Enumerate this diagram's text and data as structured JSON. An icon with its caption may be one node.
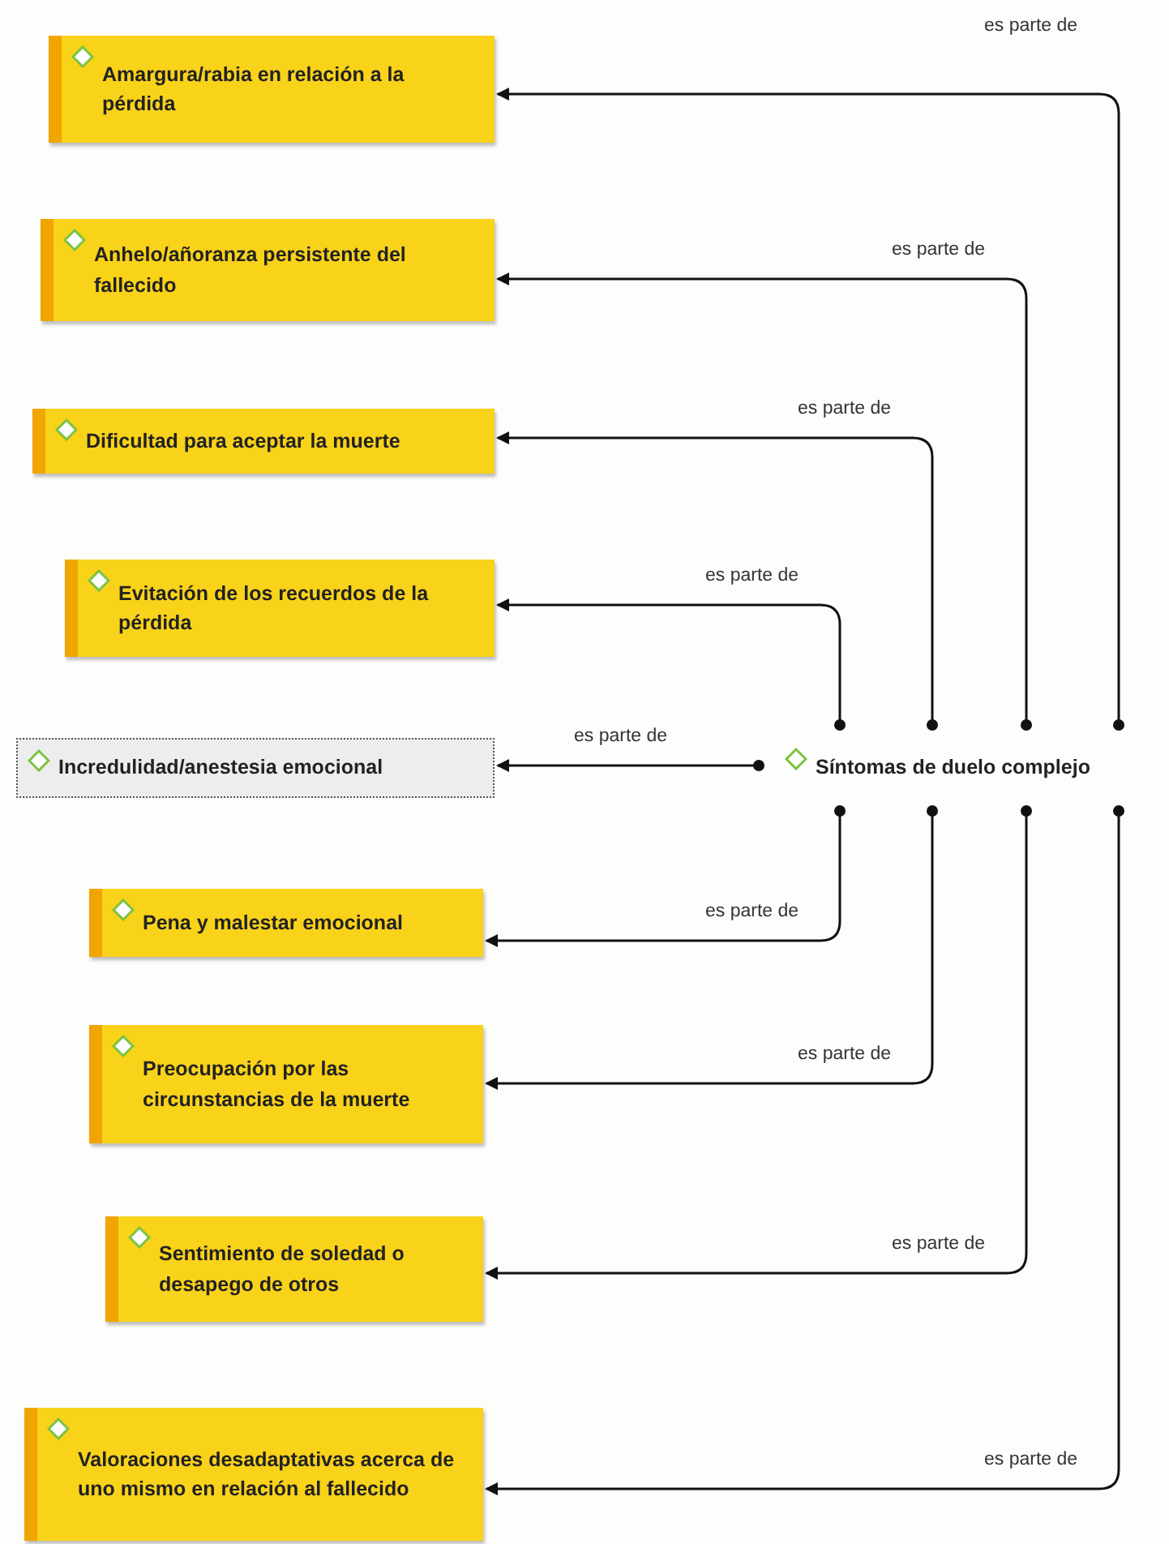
{
  "diagram": {
    "nodes": [
      {
        "text": [
          "Amargura/rabia en relación a la pérdida"
        ]
      },
      {
        "text": [
          "Anhelo/añoranza persistente del fallecido"
        ]
      },
      {
        "text": [
          "Dificultad para aceptar la muerte"
        ]
      },
      {
        "text": [
          "Evitación de los recuerdos de la pérdida"
        ]
      },
      {
        "text": [
          "Incredulidad/anestesia emocional"
        ]
      },
      {
        "text": [
          "Pena y malestar emocional"
        ]
      },
      {
        "text": [
          "Preocupación por las circunstancias de la muerte"
        ]
      },
      {
        "text": [
          "Sentimiento de soledad o desapego de otros"
        ]
      },
      {
        "text": [
          "Valoraciones desadaptativas acerca de uno mismo en relación al fallecido"
        ]
      },
      {
        "text": [
          "Síntomas de duelo complejo"
        ]
      }
    ],
    "edges": [
      {
        "from": 9,
        "to": 0,
        "arrow": "to",
        "label": "es parte de"
      },
      {
        "from": 9,
        "to": 1,
        "arrow": "to",
        "label": "es parte de"
      },
      {
        "from": 9,
        "to": 2,
        "arrow": "to",
        "label": "es parte de"
      },
      {
        "from": 9,
        "to": 3,
        "arrow": "to",
        "label": "es parte de"
      },
      {
        "from": 9,
        "to": 4,
        "arrow": "to",
        "label": "es parte de"
      },
      {
        "from": 9,
        "to": 5,
        "arrow": "to",
        "label": "es parte de"
      },
      {
        "from": 9,
        "to": 6,
        "arrow": "to",
        "label": "es parte de"
      },
      {
        "from": 9,
        "to": 7,
        "arrow": "to",
        "label": "es parte de"
      },
      {
        "from": 9,
        "to": 8,
        "arrow": "to",
        "label": "es parte de"
      }
    ]
  }
}
